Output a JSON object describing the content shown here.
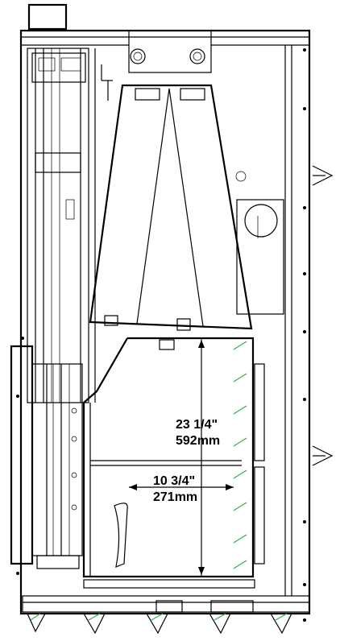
{
  "dimensions": {
    "height_label_imperial": "23  1/4\"",
    "height_label_metric": "592mm",
    "depth_label_imperial": "10  3/4\"",
    "depth_label_metric": "271mm"
  },
  "colors": {
    "line": "#000000",
    "hatch": "#2bb24c",
    "background": "#ffffff"
  }
}
